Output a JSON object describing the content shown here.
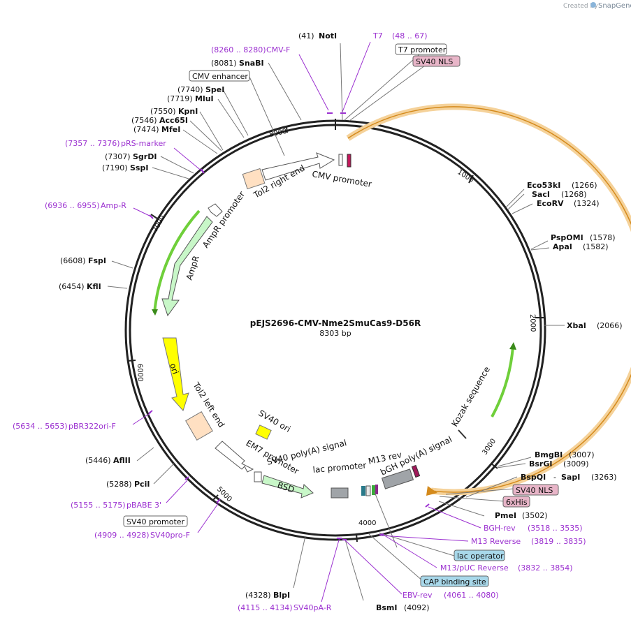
{
  "branding": {
    "created_by": "Created by",
    "app": "SnapGene"
  },
  "plasmid": {
    "name": "pEJS2696-CMV-Nme2SmuCas9-D56R",
    "size": "8303 bp"
  },
  "ticks": [
    "1000",
    "2000",
    "3000",
    "4000",
    "5000",
    "6000",
    "7000",
    "8000"
  ],
  "sites": {
    "noti": {
      "pos": "(41)",
      "name": "NotI"
    },
    "snabi": {
      "pos": "(8081)",
      "name": "SnaBI"
    },
    "spei": {
      "pos": "(7740)",
      "name": "SpeI"
    },
    "mlui": {
      "pos": "(7719)",
      "name": "MluI"
    },
    "kpni": {
      "pos": "(7550)",
      "name": "KpnI"
    },
    "acc65i": {
      "pos": "(7546)",
      "name": "Acc65I"
    },
    "mfei": {
      "pos": "(7474)",
      "name": "MfeI"
    },
    "sgrdi": {
      "pos": "(7307)",
      "name": "SgrDI"
    },
    "sspi": {
      "pos": "(7190)",
      "name": "SspI"
    },
    "fspi": {
      "pos": "(6608)",
      "name": "FspI"
    },
    "kfli": {
      "pos": "(6454)",
      "name": "KflI"
    },
    "aflii": {
      "pos": "(5446)",
      "name": "AflII"
    },
    "pcii": {
      "pos": "(5288)",
      "name": "PciI"
    },
    "blpi": {
      "pos": "(4328)",
      "name": "BlpI"
    },
    "bsmi": {
      "pos": "(4092)",
      "name": "BsmI"
    },
    "eco53ki": {
      "pos": "(1266)",
      "name": "Eco53kI"
    },
    "saci": {
      "pos": "(1268)",
      "name": "SacI"
    },
    "ecorv": {
      "pos": "(1324)",
      "name": "EcoRV"
    },
    "pspomi": {
      "pos": "(1578)",
      "name": "PspOMI"
    },
    "apai": {
      "pos": "(1582)",
      "name": "ApaI"
    },
    "xbai": {
      "pos": "(2066)",
      "name": "XbaI"
    },
    "bmgbi": {
      "pos": "(3007)",
      "name": "BmgBI"
    },
    "bsrgi": {
      "pos": "(3009)",
      "name": "BsrGI"
    },
    "bspqi": {
      "name": "BspQI",
      "sep": "-",
      "name2": "SapI",
      "pos": "(3263)"
    },
    "pmei": {
      "pos": "(3502)",
      "name": "PmeI"
    }
  },
  "primers": {
    "t7": {
      "name": "T7",
      "range": "(48 .. 67)"
    },
    "cmvf": {
      "range": "(8260 .. 8280)",
      "name": "CMV-F"
    },
    "prs": {
      "range": "(7357 .. 7376)",
      "name": "pRS-marker"
    },
    "ampr": {
      "range": "(6936 .. 6955)",
      "name": "Amp-R"
    },
    "pbr322": {
      "range": "(5634 .. 5653)",
      "name": "pBR322ori-F"
    },
    "pbabe": {
      "range": "(5155 .. 5175)",
      "name": "pBABE 3'"
    },
    "sv40prof": {
      "range": "(4909 .. 4928)",
      "name": "SV40pro-F"
    },
    "sv40par": {
      "range": "(4115 .. 4134)",
      "name": "SV40pA-R"
    },
    "bghrev": {
      "name": "BGH-rev",
      "range": "(3518 .. 3535)"
    },
    "m13rev": {
      "name": "M13 Reverse",
      "range": "(3819 .. 3835)"
    },
    "m13puc": {
      "name": "M13/pUC Reverse",
      "range": "(3832 .. 3854)"
    },
    "ebvrev": {
      "name": "EBV-rev",
      "range": "(4061 .. 4080)"
    }
  },
  "boxes": {
    "t7promoter": "T7 promoter",
    "sv40nls_top": "SV40 NLS",
    "cmvenh": "CMV enhancer",
    "sv40nls_right": "SV40 NLS",
    "sixhis": "6xHis",
    "lacop": "lac operator",
    "cap": "CAP binding site",
    "sv40promoter": "SV40 promoter"
  },
  "features": {
    "cmvpromoter": "CMV promoter",
    "tol2right": "Tol2 right end",
    "amprpromoter": "AmpR promoter",
    "ampr": "AmpR",
    "ori": "ori",
    "tol2left": "Tol2 left end",
    "sv40ori": "SV40 ori",
    "em7": "EM7 promoter",
    "bsd": "BSD",
    "sv40polya": "SV40 poly(A) signal",
    "lacpromoter": "lac promoter",
    "m13rev": "M13 rev",
    "bgh": "bGH poly(A) signal",
    "kozak": "Kozak sequence"
  },
  "colors": {
    "backbone": "#222222",
    "primer": "#9b30d0",
    "cas9_fill": "#f5d29a",
    "cas9_edge": "#d48a1c",
    "green_arrow": "#6fcf3a",
    "ampr_fill": "#c8f7c8",
    "ori_fill": "#ffff00",
    "tol2_fill": "#ffe0c2",
    "nls_box": "#e8b5c8",
    "lacop_box": "#a8d8ea",
    "grey_feat": "#a0a4a8"
  }
}
